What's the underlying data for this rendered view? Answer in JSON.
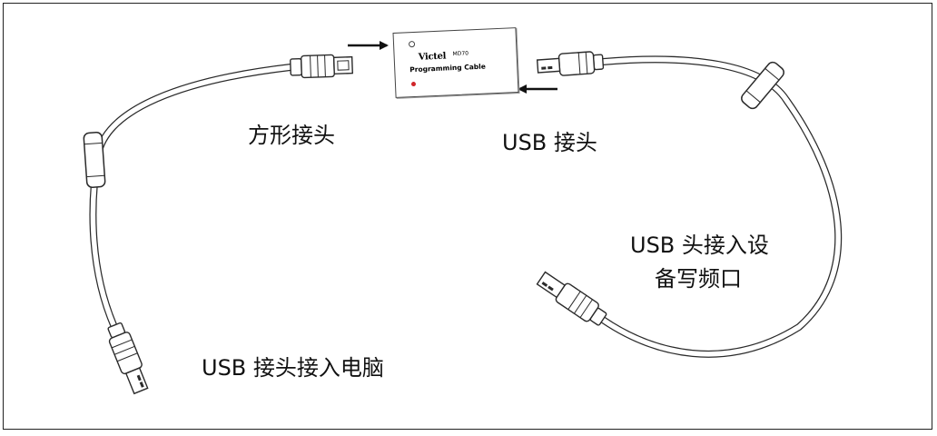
{
  "device": {
    "brand": "Victel",
    "model": "MD70",
    "product": "Programming Cable"
  },
  "labels": {
    "square_connector": "方形接头",
    "usb_connector": "USB 接头",
    "usb_to_programming_port_line1": "USB 头接入设",
    "usb_to_programming_port_line2": "备写频口",
    "usb_to_computer": "USB 接头接入电脑"
  },
  "colors": {
    "line": "#2a2a2a",
    "cable_fill": "#ffffff",
    "led": "#d0262a"
  }
}
